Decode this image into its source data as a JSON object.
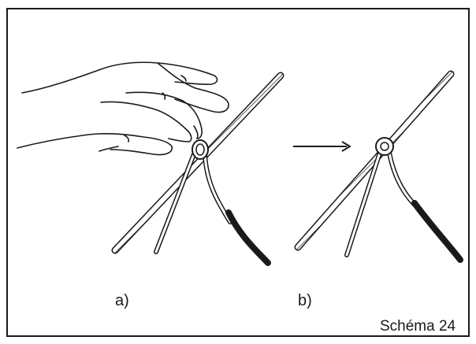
{
  "diagram": {
    "panels": [
      {
        "label": "a)"
      },
      {
        "label": "b)"
      }
    ],
    "caption": "Schéma 24"
  },
  "colors": {
    "ink": "#1a1a1a",
    "paper": "#ffffff"
  }
}
